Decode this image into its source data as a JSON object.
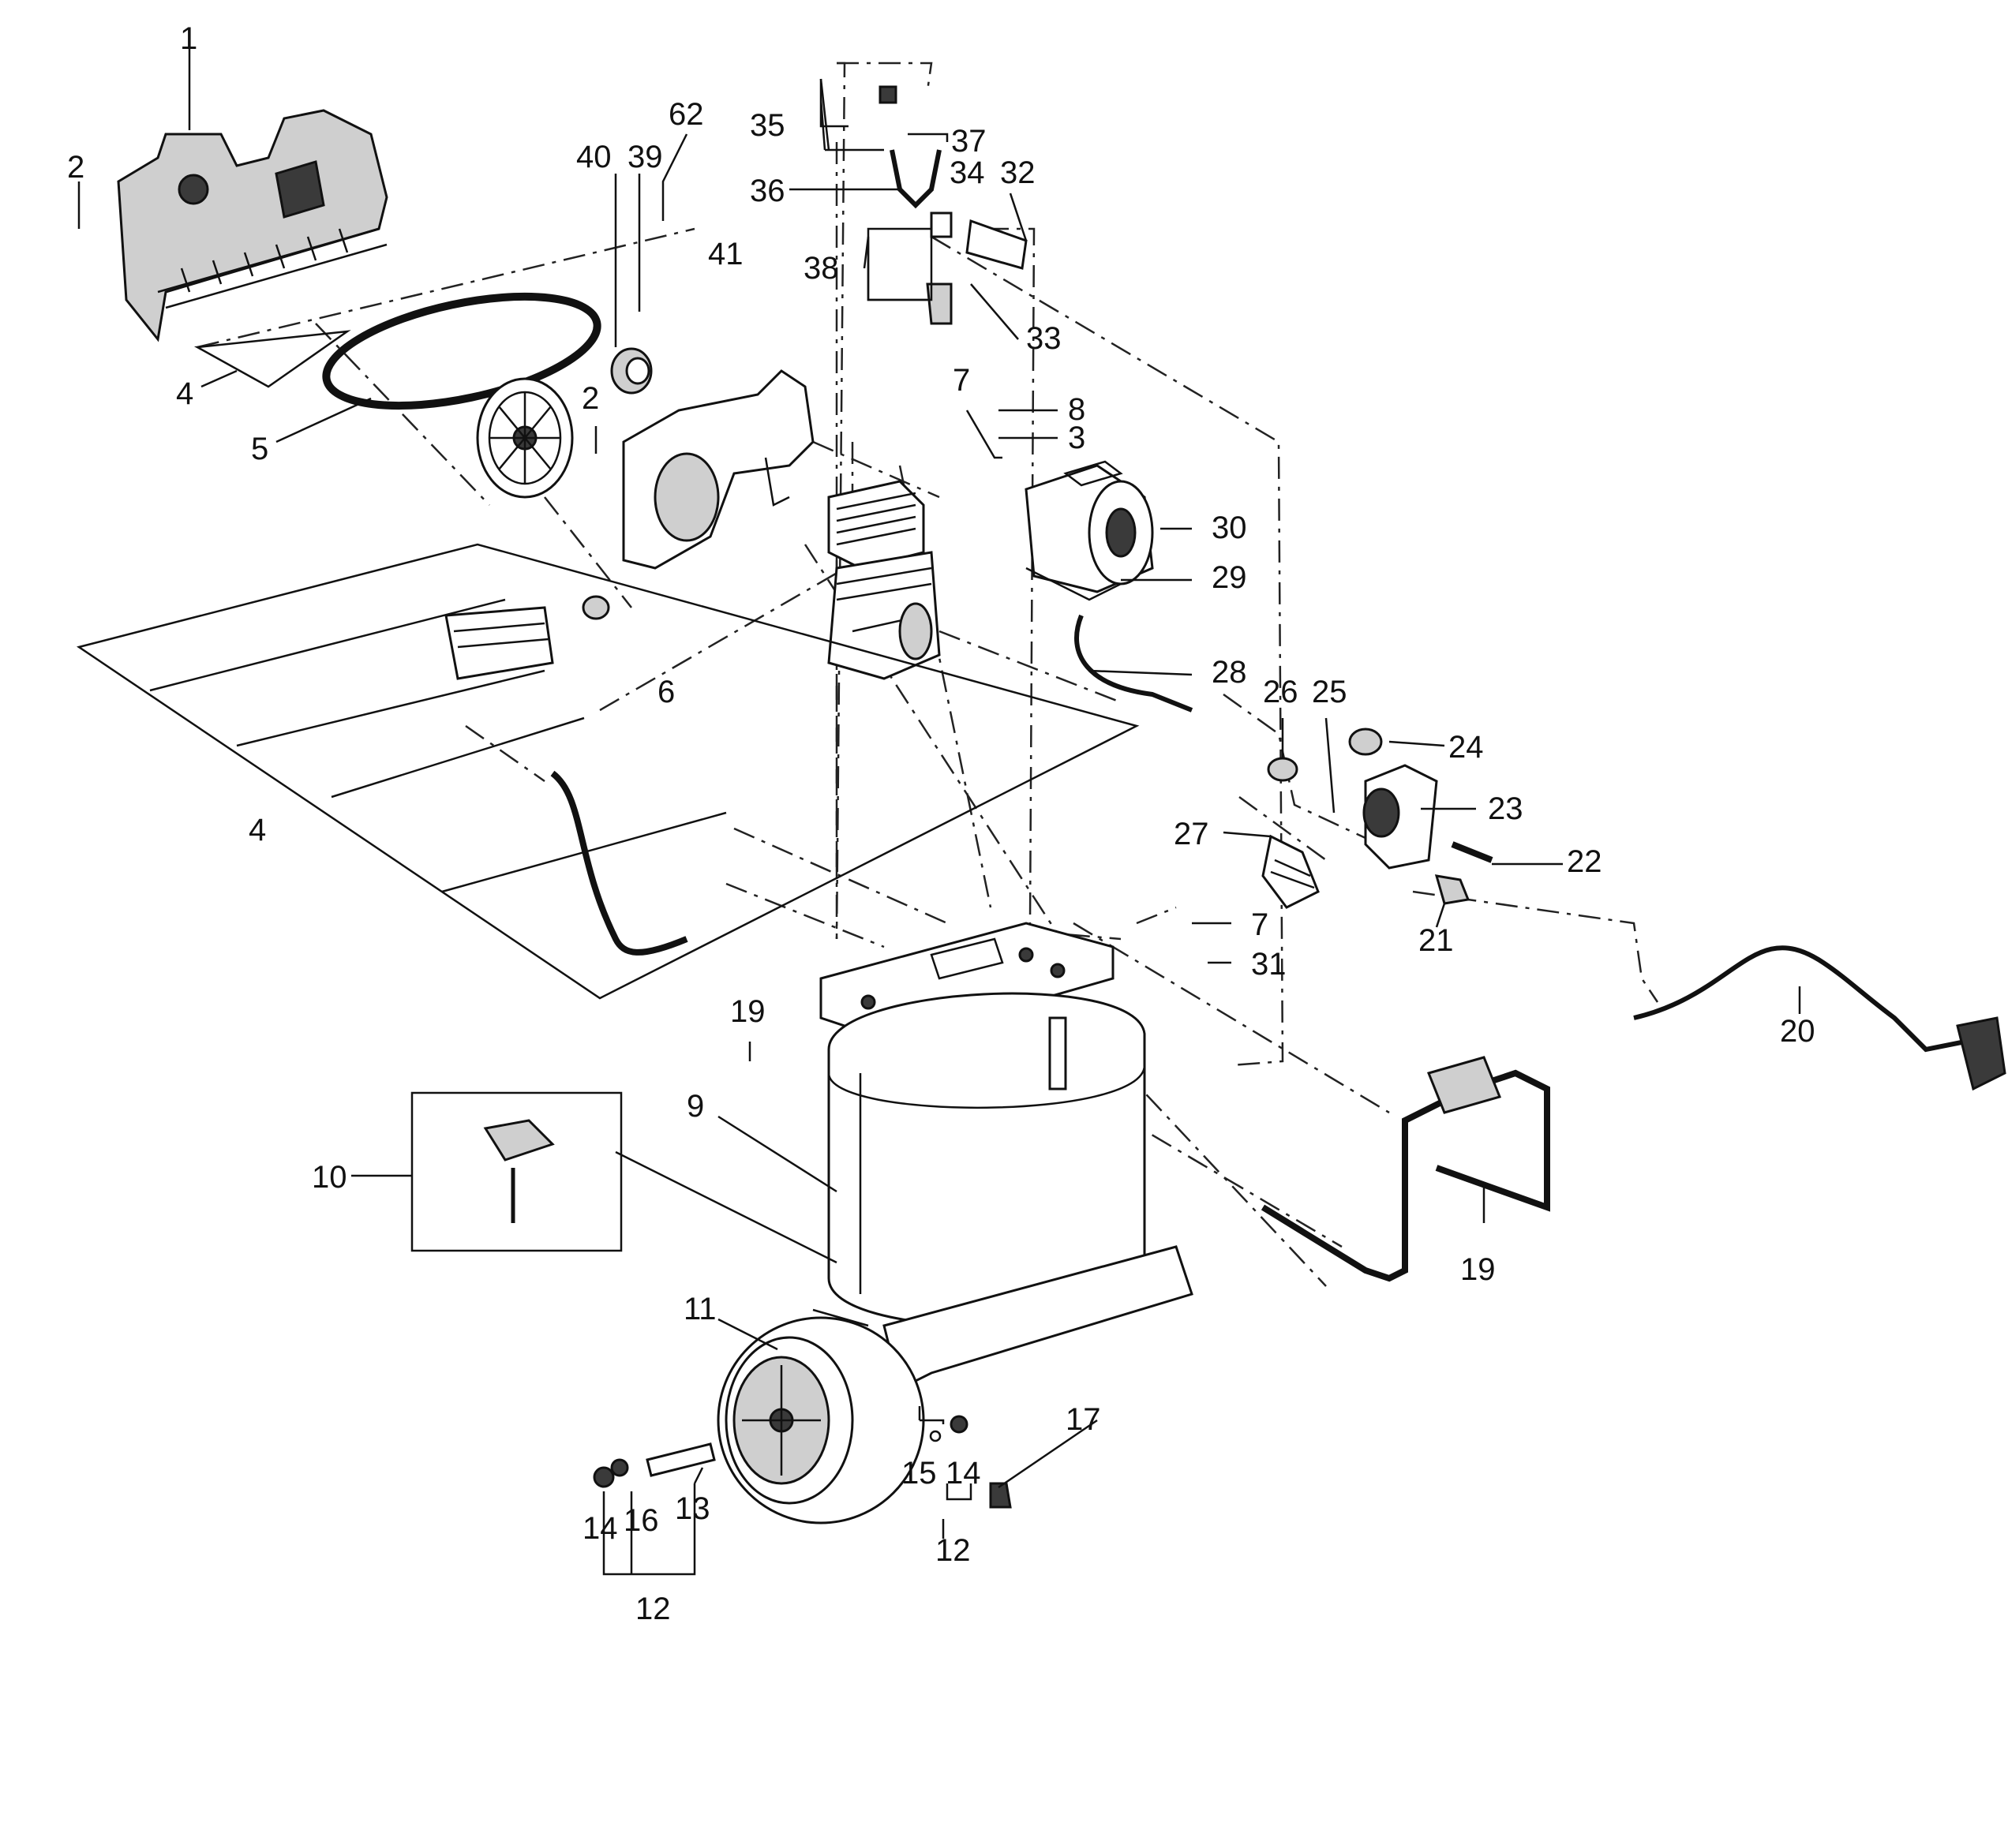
{
  "labels": [
    {
      "id": "l1",
      "text": "1"
    },
    {
      "id": "l2a",
      "text": "2"
    },
    {
      "id": "l2b",
      "text": "2"
    },
    {
      "id": "l4a",
      "text": "4"
    },
    {
      "id": "l4b",
      "text": "4"
    },
    {
      "id": "l5",
      "text": "5"
    },
    {
      "id": "l6",
      "text": "6"
    },
    {
      "id": "l62",
      "text": "62"
    },
    {
      "id": "l40",
      "text": "40"
    },
    {
      "id": "l39",
      "text": "39"
    },
    {
      "id": "l41",
      "text": "41"
    },
    {
      "id": "l35",
      "text": "35"
    },
    {
      "id": "l37",
      "text": "37"
    },
    {
      "id": "l36",
      "text": "36"
    },
    {
      "id": "l34",
      "text": "34"
    },
    {
      "id": "l32",
      "text": "32"
    },
    {
      "id": "l38",
      "text": "38"
    },
    {
      "id": "l33",
      "text": "33"
    },
    {
      "id": "l7a",
      "text": "7"
    },
    {
      "id": "l8",
      "text": "8"
    },
    {
      "id": "l3",
      "text": "3"
    },
    {
      "id": "l30",
      "text": "30"
    },
    {
      "id": "l29",
      "text": "29"
    },
    {
      "id": "l28",
      "text": "28"
    },
    {
      "id": "l26",
      "text": "26"
    },
    {
      "id": "l25",
      "text": "25"
    },
    {
      "id": "l24",
      "text": "24"
    },
    {
      "id": "l23",
      "text": "23"
    },
    {
      "id": "l27",
      "text": "27"
    },
    {
      "id": "l22",
      "text": "22"
    },
    {
      "id": "l21",
      "text": "21"
    },
    {
      "id": "l7b",
      "text": "7"
    },
    {
      "id": "l31",
      "text": "31"
    },
    {
      "id": "l20",
      "text": "20"
    },
    {
      "id": "l19a",
      "text": "19"
    },
    {
      "id": "l19b",
      "text": "19"
    },
    {
      "id": "l9",
      "text": "9"
    },
    {
      "id": "l10",
      "text": "10"
    },
    {
      "id": "l11",
      "text": "11"
    },
    {
      "id": "l17",
      "text": "17"
    },
    {
      "id": "l15",
      "text": "15"
    },
    {
      "id": "l14a",
      "text": "14"
    },
    {
      "id": "l14b",
      "text": "14"
    },
    {
      "id": "l16",
      "text": "16"
    },
    {
      "id": "l13",
      "text": "13"
    },
    {
      "id": "l12a",
      "text": "12"
    },
    {
      "id": "l12b",
      "text": "12"
    }
  ]
}
